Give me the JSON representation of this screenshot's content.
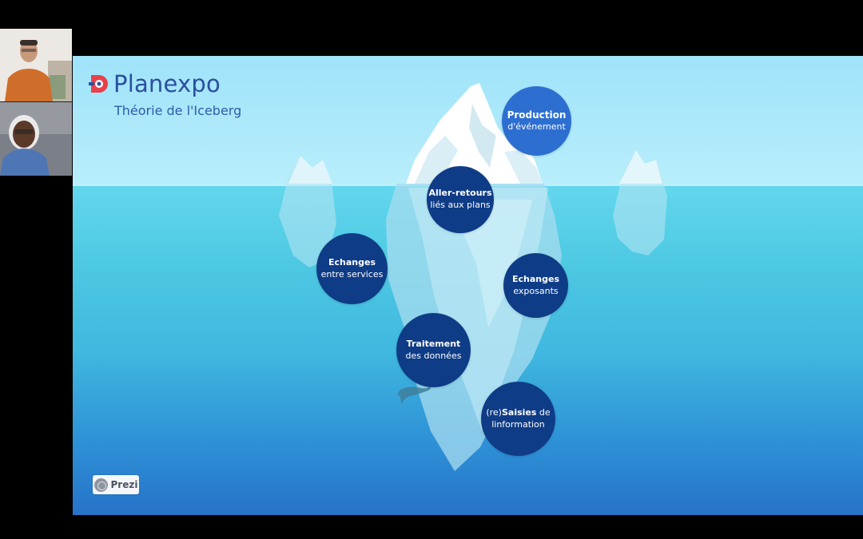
{
  "video_tiles": [
    {
      "participant": "participant-1"
    },
    {
      "participant": "participant-2"
    }
  ],
  "slide": {
    "brand": "Planexpo",
    "subtitle": "Théorie de l'Iceberg",
    "bubbles": [
      {
        "id": "production",
        "title": "Production",
        "sub": "d'événement"
      },
      {
        "id": "aller-retours",
        "title": "Aller-retours",
        "sub": "liés aux plans"
      },
      {
        "id": "echanges-services",
        "title": "Echanges",
        "sub": "entre services"
      },
      {
        "id": "echanges-exposants",
        "title": "Echanges",
        "sub": "exposants"
      },
      {
        "id": "traitement",
        "title": "Traitement",
        "sub": "des données"
      },
      {
        "id": "saisies",
        "prefix": "(re)",
        "bold": "Saisies",
        "suffix": " de",
        "sub": "linformation"
      }
    ],
    "badge": {
      "label": "Prezi",
      "icon": "prezi-logo-icon"
    }
  },
  "colors": {
    "brand_blue": "#2a4f9e",
    "bubble_dark": "#0f3c86",
    "bubble_light": "#2d6fd1",
    "logo_red": "#e8414b"
  }
}
